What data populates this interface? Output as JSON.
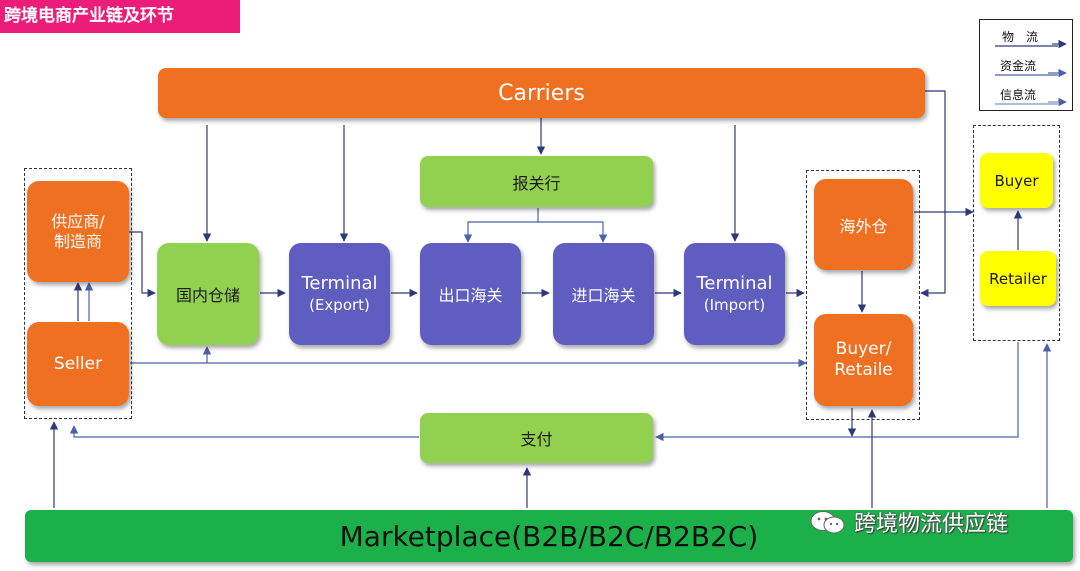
{
  "header": {
    "title": "跨境电商产业链及环节"
  },
  "legend": {
    "items": [
      "物　流",
      "资金流",
      "信息流"
    ]
  },
  "nodes": {
    "carriers": "Carriers",
    "supplier_line1": "供应商/",
    "supplier_line2": "制造商",
    "seller": "Seller",
    "domestic_warehouse": "国内仓储",
    "terminal_export_line1": "Terminal",
    "terminal_export_line2": "(Export)",
    "customs_broker": "报关行",
    "export_customs": "出口海关",
    "import_customs": "进口海关",
    "terminal_import_line1": "Terminal",
    "terminal_import_line2": "(Import)",
    "overseas_warehouse": "海外仓",
    "buyer_retaile_line1": "Buyer/",
    "buyer_retaile_line2": "Retaile",
    "buyer": "Buyer",
    "retailer": "Retailer",
    "payment": "支付",
    "marketplace": "Marketplace(B2B/B2C/B2B2C)"
  },
  "watermark": {
    "text": "跨境物流供应链"
  },
  "colors": {
    "tag": "#ec1d7a",
    "orange": "#ef7021",
    "green": "#92d050",
    "blue": "#5f5ec0",
    "yellow": "#ffff00",
    "marketplace": "#1cb04a",
    "arrow": "#2e3a78"
  }
}
